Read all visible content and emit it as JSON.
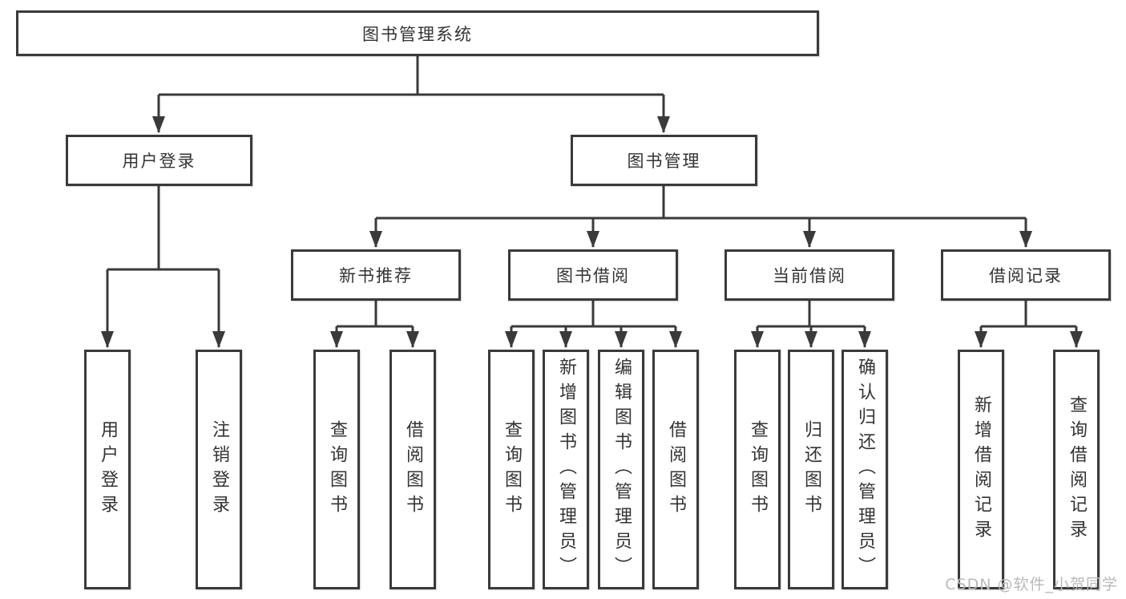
{
  "watermark": "CSDN @软件_小贺同学",
  "diagram": {
    "root": {
      "label": "图书管理系统"
    },
    "branches": [
      {
        "label": "用户登录",
        "children": [
          {
            "label": "用户登录"
          },
          {
            "label": "注销登录"
          }
        ]
      },
      {
        "label": "图书管理",
        "children": [
          {
            "label": "新书推荐",
            "children": [
              {
                "label": "查询图书"
              },
              {
                "label": "借阅图书"
              }
            ]
          },
          {
            "label": "图书借阅",
            "children": [
              {
                "label": "查询图书"
              },
              {
                "label": "新增图书（管理员）"
              },
              {
                "label": "编辑图书（管理员）"
              },
              {
                "label": "借阅图书"
              }
            ]
          },
          {
            "label": "当前借阅",
            "children": [
              {
                "label": "查询图书"
              },
              {
                "label": "归还图书"
              },
              {
                "label": "确认归还（管理员）"
              }
            ]
          },
          {
            "label": "借阅记录",
            "children": [
              {
                "label": "新增借阅记录"
              },
              {
                "label": "查询借阅记录"
              }
            ]
          }
        ]
      }
    ]
  }
}
